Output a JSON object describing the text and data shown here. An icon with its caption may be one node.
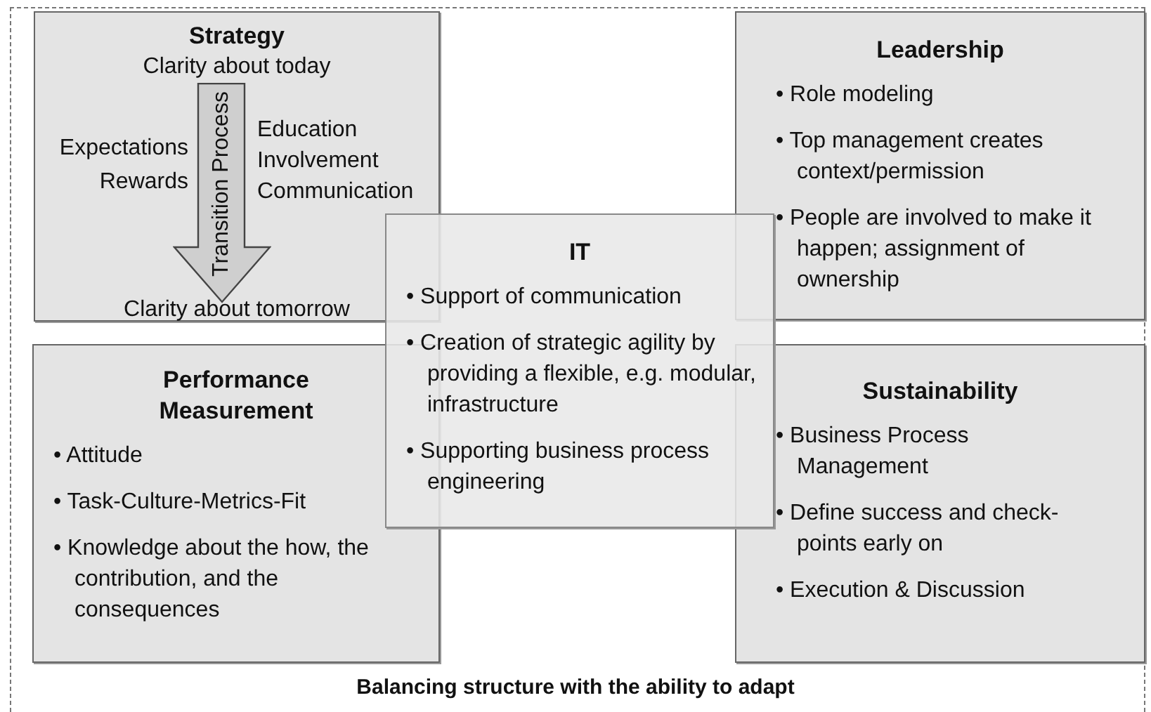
{
  "diagram": {
    "caption": "Balancing structure with the ability to adapt",
    "nodes": [
      {
        "text": [
          "Strategy",
          "Clarity about today",
          "Expectations",
          "Rewards",
          "Education",
          "Involvement",
          "Communication",
          "Clarity about tomorrow"
        ]
      },
      {
        "text": [
          "Transition Process"
        ],
        "in": 0
      },
      {
        "text": [
          "Leadership",
          "• Role modeling",
          "• Top management creates context/permission",
          "• People are involved to make it happen; assignment of ownership"
        ]
      },
      {
        "text": [
          "IT",
          "• Support of communication",
          "• Creation of strategic agility by providing a flexible, e.g. modular, infrastructure",
          "• Supporting business process engineering"
        ]
      },
      {
        "text": [
          "Performance Measurement",
          "• Attitude",
          "• Task-Culture-Metrics-Fit",
          "• Knowledge about the how, the contribution, and the consequences"
        ]
      },
      {
        "text": [
          "Sustainability",
          "• Business Process Management",
          "• Define success and check-points early on",
          "• Execution & Discussion"
        ]
      }
    ]
  }
}
